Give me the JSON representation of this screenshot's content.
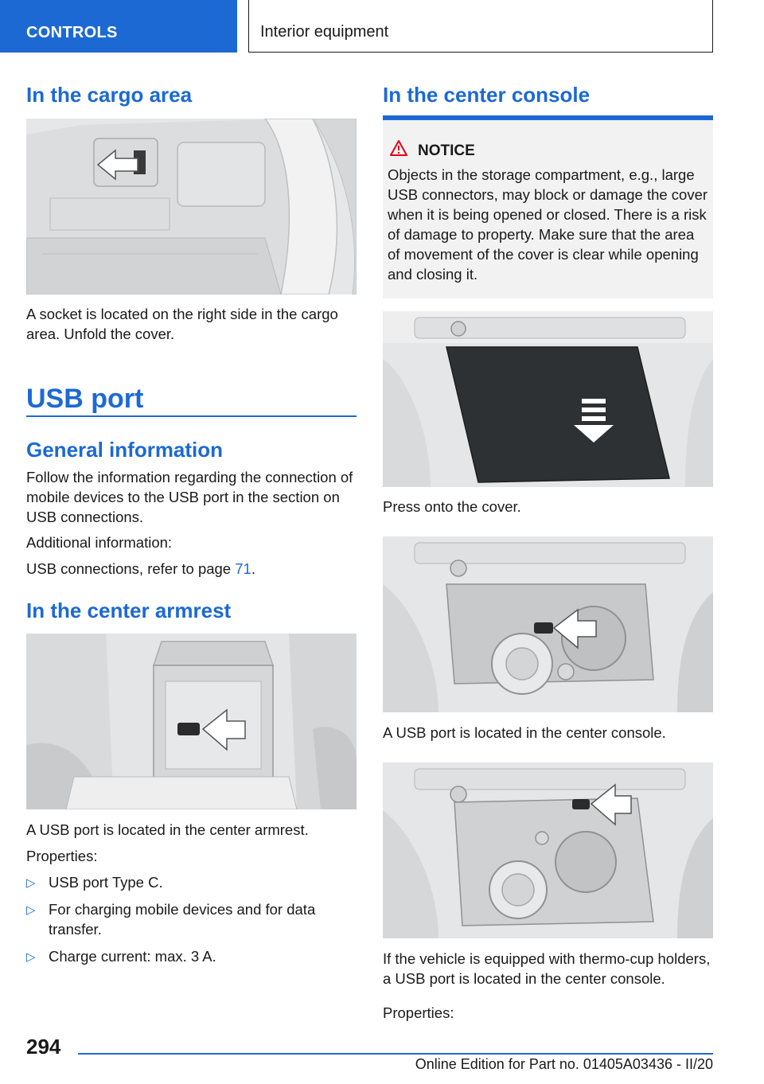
{
  "header": {
    "section": "CONTROLS",
    "chapter": "Interior equipment"
  },
  "left": {
    "cargo_heading": "In the cargo area",
    "cargo_caption": "A socket is located on the right side in the cargo area. Unfold the cover.",
    "usb_heading": "USB port",
    "general_heading": "General information",
    "general_text": "Follow the information regarding the connection of mobile devices to the USB port in the section on USB connections.",
    "additional_label": "Additional information:",
    "usb_ref_text": "USB connections, refer to page ",
    "usb_ref_page": "71",
    "usb_ref_end": ".",
    "armrest_heading": "In the center armrest",
    "armrest_caption": "A USB port is located in the center armrest.",
    "properties_label": "Properties:",
    "bullets": [
      "USB port Type C.",
      "For charging mobile devices and for data transfer.",
      "Charge current: max. 3 A."
    ]
  },
  "right": {
    "console_heading": "In the center console",
    "notice_title": "NOTICE",
    "notice_text": "Objects in the storage compartment, e.g., large USB connectors, may block or damage the cover when it is being opened or closed. There is a risk of damage to property. Make sure that the area of movement of the cover is clear while opening and closing it.",
    "caption_press": "Press onto the cover.",
    "caption_console": "A USB port is located in the center console.",
    "caption_thermo": "If the vehicle is equipped with thermo-cup holders, a USB port is located in the center console.",
    "properties_label": "Properties:"
  },
  "footer": {
    "page_number": "294",
    "edition": "Online Edition for Part no. 01405A03436 - II/20"
  },
  "colors": {
    "accent": "#1c69d4",
    "notice_bg": "#f2f2f2"
  }
}
